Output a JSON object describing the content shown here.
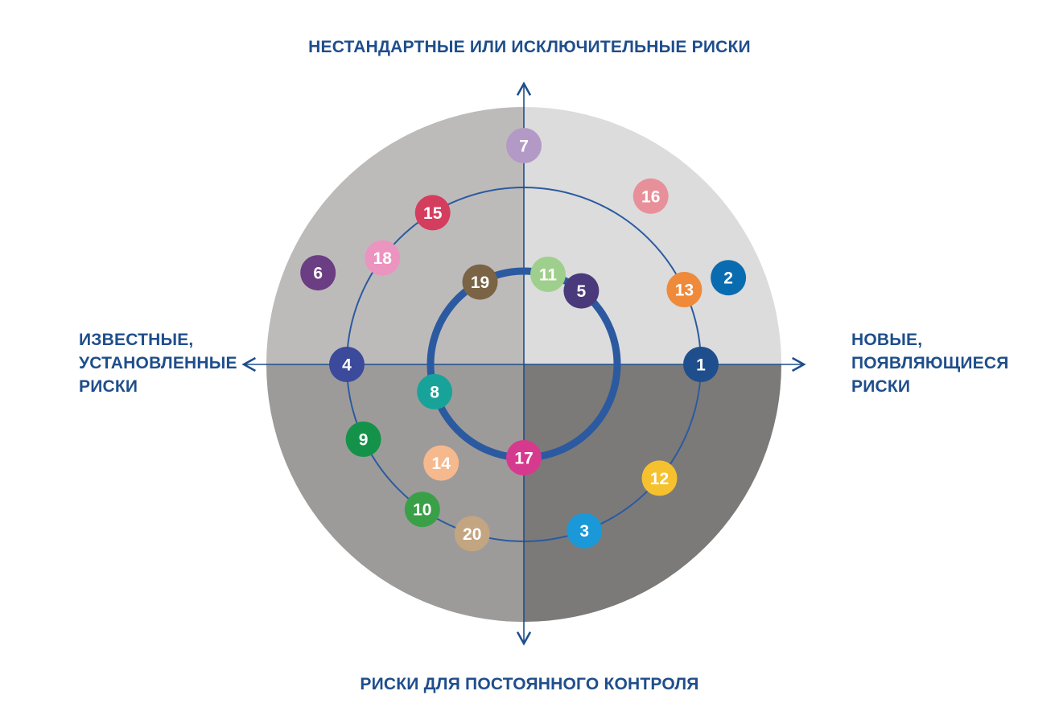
{
  "labels": {
    "top": [
      "НЕСТАНДАРТНЫЕ ИЛИ ИСКЛЮЧИТЕЛЬНЫЕ РИСКИ"
    ],
    "bottom": [
      "РИСКИ ДЛЯ ПОСТОЯННОГО КОНТРОЛЯ"
    ],
    "left": [
      "ИЗВЕСТНЫЕ,",
      "УСТАНОВЛЕННЫЕ",
      "РИСКИ"
    ],
    "right": [
      "НОВЫЕ,",
      "ПОЯВЛЯЮЩИЕСЯ",
      "РИСКИ"
    ]
  },
  "colors": {
    "axis": "#1f4e8c",
    "inner_ring": "#2b5aa0",
    "quadrant_top_left": "#bdbbba",
    "quadrant_top_right": "#dcdcdc",
    "quadrant_bottom_left": "#9d9b99",
    "quadrant_bottom_right": "#7b7a78",
    "number_text": "#ffffff"
  },
  "risks": [
    {
      "label": "1",
      "ring": "middle",
      "angle_deg": 0,
      "color": "#1f4e8c"
    },
    {
      "label": "2",
      "ring": "outer-zone",
      "angle_deg": 23,
      "color": "#0a6cb0"
    },
    {
      "label": "3",
      "ring": "middle",
      "angle_deg": -70,
      "color": "#1b98d8"
    },
    {
      "label": "4",
      "ring": "middle",
      "angle_deg": 180,
      "color": "#3b4a9a"
    },
    {
      "label": "5",
      "ring": "inner",
      "angle_deg": 52,
      "color": "#4a3a7c"
    },
    {
      "label": "6",
      "ring": "outer-zone",
      "angle_deg": 156,
      "color": "#6b3d82"
    },
    {
      "label": "7",
      "ring": "outer-zone",
      "angle_deg": 90,
      "color": "#b39ac6"
    },
    {
      "label": "8",
      "ring": "inner",
      "angle_deg": 197,
      "color": "#18a39a"
    },
    {
      "label": "9",
      "ring": "middle",
      "angle_deg": 205,
      "color": "#15924a"
    },
    {
      "label": "10",
      "ring": "middle",
      "angle_deg": 235,
      "color": "#3aa047"
    },
    {
      "label": "11",
      "ring": "inner",
      "angle_deg": 75,
      "color": "#9fcf8c"
    },
    {
      "label": "12",
      "ring": "middle",
      "angle_deg": -40,
      "color": "#f5c12e"
    },
    {
      "label": "13",
      "ring": "middle",
      "angle_deg": 25,
      "color": "#ef8a3a"
    },
    {
      "label": "14",
      "ring": "between",
      "angle_deg": 230,
      "color": "#f5b98d"
    },
    {
      "label": "15",
      "ring": "middle",
      "angle_deg": 121,
      "color": "#d43d5e"
    },
    {
      "label": "16",
      "ring": "outer-zone",
      "angle_deg": 53,
      "color": "#e8909a"
    },
    {
      "label": "17",
      "ring": "inner",
      "angle_deg": 270,
      "color": "#d63a8e"
    },
    {
      "label": "18",
      "ring": "middle",
      "angle_deg": 143,
      "color": "#eb94bf"
    },
    {
      "label": "19",
      "ring": "inner",
      "angle_deg": 118,
      "color": "#7a6445"
    },
    {
      "label": "20",
      "ring": "middle",
      "angle_deg": 253,
      "color": "#c3a582"
    }
  ]
}
